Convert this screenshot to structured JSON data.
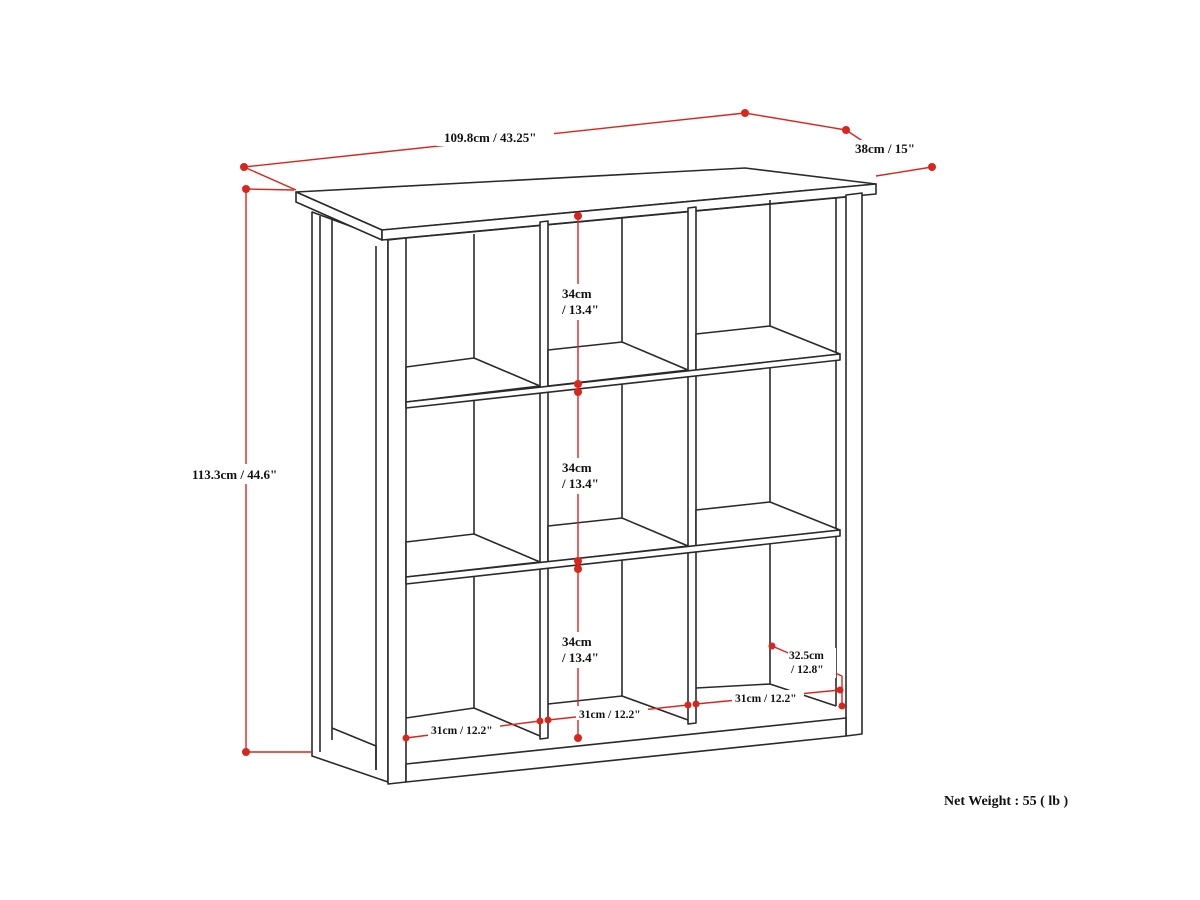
{
  "dimensions": {
    "width": "109.8cm / 43.25\"",
    "depth": "38cm / 15\"",
    "height": "113.3cm / 44.6\"",
    "cube_height": [
      "34cm",
      "/ 13.4\""
    ],
    "inner_depth": [
      "32.5cm",
      "/ 12.8\""
    ],
    "cube_widths": [
      "31cm / 12.2\"",
      "31cm / 12.2\"",
      "31cm / 12.2\""
    ]
  },
  "net_weight": "Net Weight : 55 ( lb )",
  "colors": {
    "dimension": "#d9261c",
    "outline": "#2a2a2a"
  }
}
